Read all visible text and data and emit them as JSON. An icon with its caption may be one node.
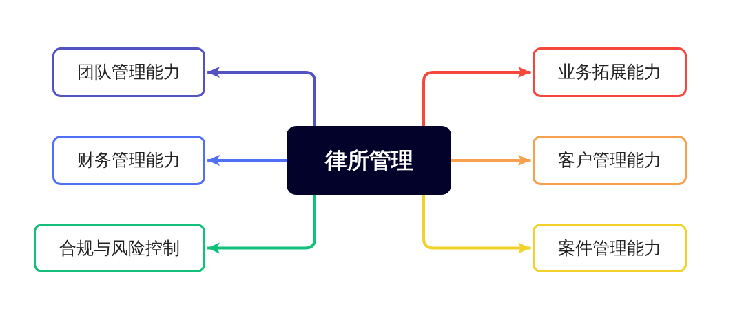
{
  "diagram": {
    "nodes": [
      {
        "text": [
          "律所管理"
        ]
      },
      {
        "text": [
          "团队管理能力"
        ]
      },
      {
        "text": [
          "财务管理能力"
        ]
      },
      {
        "text": [
          "合规与风险控制"
        ]
      },
      {
        "text": [
          "业务拓展能力"
        ]
      },
      {
        "text": [
          "客户管理能力"
        ]
      },
      {
        "text": [
          "案件管理能力"
        ]
      }
    ],
    "edges": [
      {
        "from": 0,
        "to": 1,
        "arrow": "to",
        "color": "#5352c2"
      },
      {
        "from": 0,
        "to": 2,
        "arrow": "to",
        "color": "#4f6ff5"
      },
      {
        "from": 0,
        "to": 3,
        "arrow": "to",
        "color": "#12bf7b"
      },
      {
        "from": 0,
        "to": 4,
        "arrow": "to",
        "color": "#f5473c"
      },
      {
        "from": 0,
        "to": 5,
        "arrow": "to",
        "color": "#f7a04d"
      },
      {
        "from": 0,
        "to": 6,
        "arrow": "to",
        "color": "#f1d12a"
      }
    ]
  }
}
